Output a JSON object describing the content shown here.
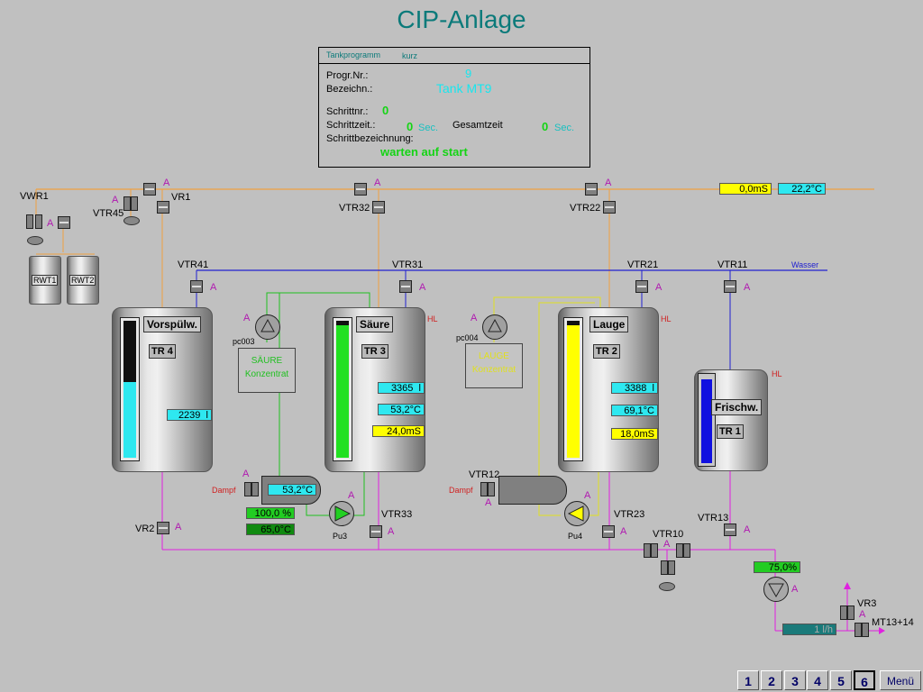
{
  "title": "CIP-Anlage",
  "program": {
    "header_label": "Tankprogramm",
    "header_value": "kurz",
    "progr_nr_label": "Progr.Nr.:",
    "progr_nr_value": "9",
    "bezeichn_label": "Bezeichn.:",
    "bezeichn_value": "Tank MT9",
    "schrittnr_label": "Schrittnr.:",
    "schrittnr_value": "0",
    "schrittzeit_label": "Schrittzeit.:",
    "schrittzeit_value": "0",
    "schrittzeit_unit": "Sec.",
    "gesamtzeit_label": "Gesamtzeit",
    "gesamtzeit_value": "0",
    "gesamtzeit_unit": "Sec.",
    "schrittbez_label": "Schrittbezeichnung:",
    "schrittbez_value": "warten auf start"
  },
  "valve_labels": {
    "vwr1": "VWR1",
    "vtr45": "VTR45",
    "vr1": "VR1",
    "vtr32": "VTR32",
    "vtr22": "VTR22",
    "vtr41": "VTR41",
    "vtr31": "VTR31",
    "vtr21": "VTR21",
    "vtr11": "VTR11",
    "vtr12": "VTR12",
    "vtr33": "VTR33",
    "vtr23": "VTR23",
    "vtr10": "VTR10",
    "vtr13": "VTR13",
    "vr2": "VR2",
    "vr3": "VR3",
    "mt13": "MT13+14",
    "a": "A",
    "wasser": "Wasser"
  },
  "supply_readings": {
    "conductivity": "0,0",
    "conductivity_unit": "mS",
    "temperature": "22,2",
    "temperature_unit": "°C"
  },
  "rwt": [
    "RWT1",
    "RWT2"
  ],
  "tanks": {
    "tr4": {
      "name": "Vorspülw.",
      "tag": "TR 4",
      "level": "2239",
      "level_unit": "l",
      "fill_fraction": 0.55
    },
    "tr3": {
      "name": "Säure",
      "tag": "TR 3",
      "level": "3365",
      "level_unit": "l",
      "temp": "53,2",
      "temp_unit": "°C",
      "cond": "24,0",
      "cond_unit": "mS",
      "fill_fraction": 0.97,
      "hl": "HL"
    },
    "tr2": {
      "name": "Lauge",
      "tag": "TR 2",
      "level": "3388",
      "level_unit": "l",
      "temp": "69,1",
      "temp_unit": "°C",
      "cond": "18,0",
      "cond_unit": "mS",
      "fill_fraction": 0.97,
      "hl": "HL"
    },
    "tr1": {
      "name": "Frischw.",
      "tag": "TR 1",
      "fill_fraction": 0.97,
      "hl": "HL"
    }
  },
  "dosing": {
    "pc003": "pc003",
    "saeure_line1": "SÄURE",
    "saeure_line2": "Konzentrat",
    "pc004": "pc004",
    "lauge_line1": "LAUGE",
    "lauge_line2": "Konzentrat"
  },
  "heater_saeure": {
    "dampf": "Dampf",
    "temp": "53,2",
    "temp_unit": "°C",
    "pct": "100,0",
    "pct_unit": "%",
    "temp2": "65,0",
    "temp2_unit": "°C"
  },
  "heater_lauge": {
    "dampf": "Dampf"
  },
  "pumps": {
    "pu3": "Pu3",
    "pu4": "Pu4"
  },
  "main_pump": {
    "pct": "75,0",
    "pct_unit": "%",
    "flow": "1 l/h"
  },
  "nav": [
    "1",
    "2",
    "3",
    "4",
    "5",
    "6",
    "Menü"
  ],
  "colors": {
    "orange_line": "#f0a040",
    "blue_line": "#2020d0",
    "magenta_line": "#e020e0",
    "green_line": "#20c020",
    "yellow_line": "#e0e020"
  }
}
